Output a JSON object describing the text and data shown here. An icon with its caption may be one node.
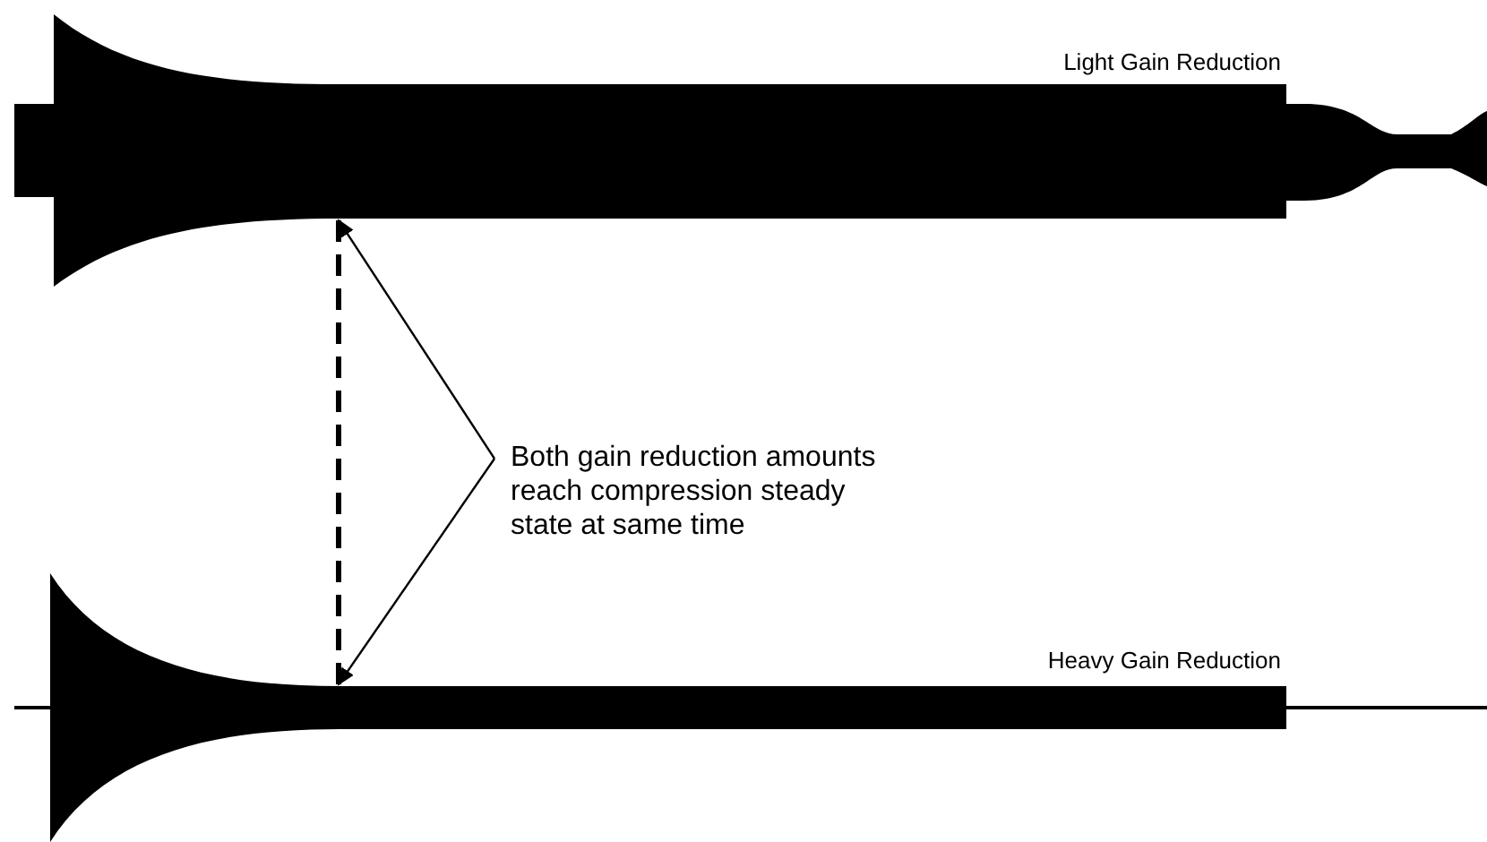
{
  "diagram": {
    "nodes": [
      {
        "text": [
          "Both gain reduction amounts reach compression steady state at same time"
        ]
      },
      {
        "text": [
          "Light Gain Reduction"
        ]
      },
      {
        "text": [
          "Heavy Gain Reduction"
        ]
      }
    ],
    "edges": [
      {
        "from": 0,
        "to": 1,
        "arrow": "to"
      },
      {
        "from": 0,
        "to": 2,
        "arrow": "to"
      },
      {
        "from": 1,
        "to": 2,
        "arrow": "none",
        "style": "dashed"
      }
    ]
  }
}
